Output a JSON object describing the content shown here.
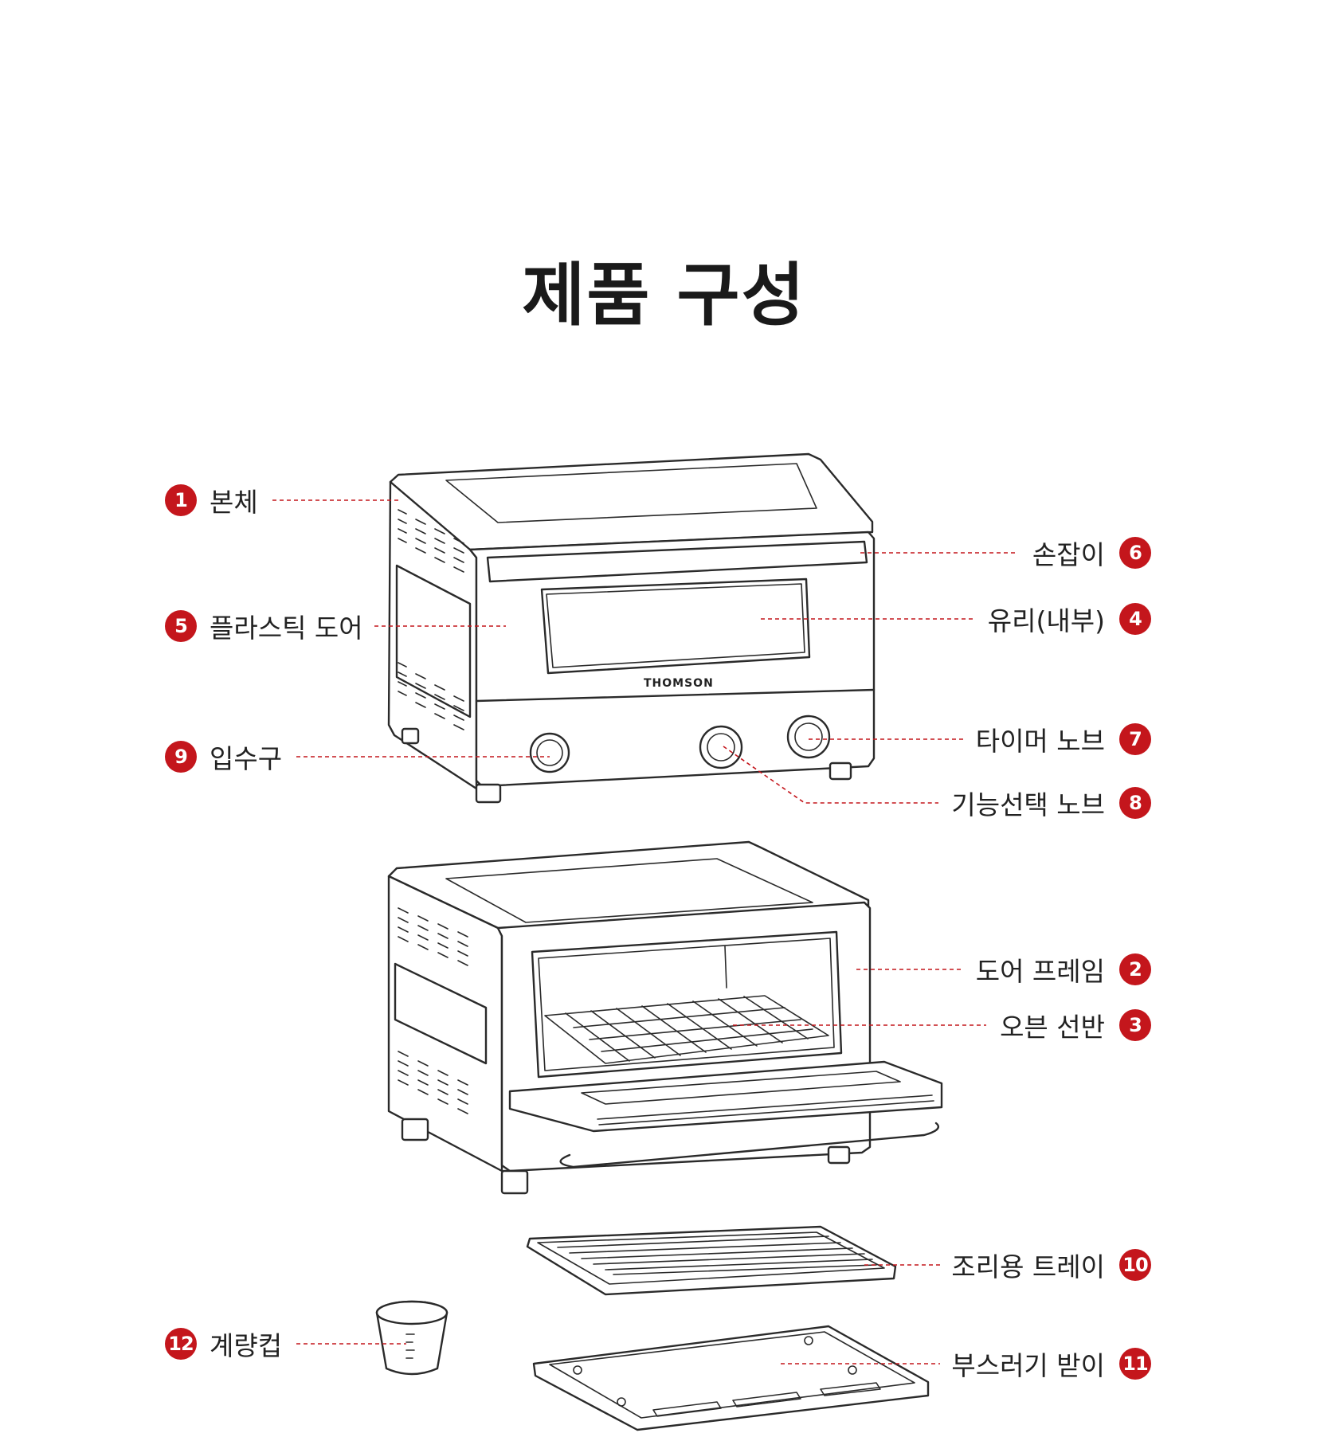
{
  "title": "제품 구성",
  "brand": "THOMSON",
  "accent_color": "#c4161c",
  "parts": [
    {
      "number": "1",
      "label": "본체"
    },
    {
      "number": "2",
      "label": "도어 프레임"
    },
    {
      "number": "3",
      "label": "오븐 선반"
    },
    {
      "number": "4",
      "label": "유리(내부)"
    },
    {
      "number": "5",
      "label": "플라스틱 도어"
    },
    {
      "number": "6",
      "label": "손잡이"
    },
    {
      "number": "7",
      "label": "타이머 노브"
    },
    {
      "number": "8",
      "label": "기능선택 노브"
    },
    {
      "number": "9",
      "label": "입수구"
    },
    {
      "number": "10",
      "label": "조리용 트레이"
    },
    {
      "number": "11",
      "label": "부스러기 받이"
    },
    {
      "number": "12",
      "label": "계량컵"
    }
  ]
}
